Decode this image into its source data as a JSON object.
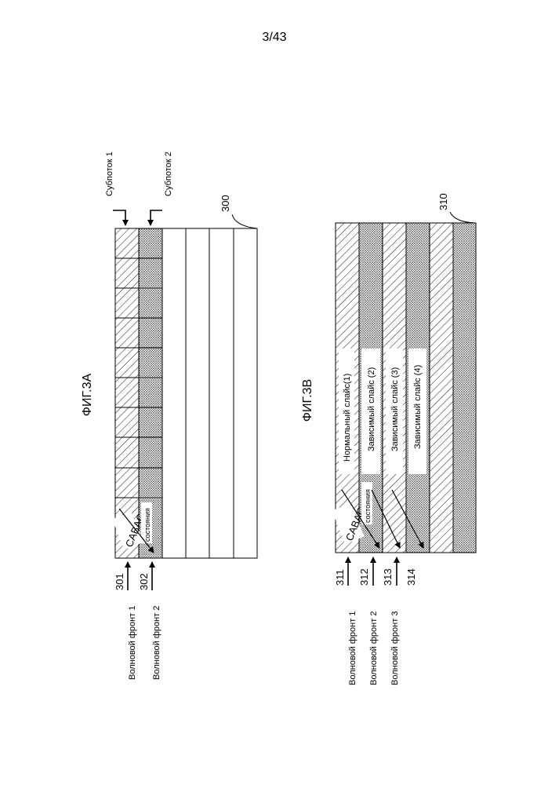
{
  "page_number": "3/43",
  "fig_3a": {
    "title": "ФИГ.3А",
    "substream_1": "Субпоток 1",
    "substream_2": "Субпоток 2",
    "ref_300": "300",
    "ref_301": "301",
    "ref_302": "302",
    "wavefront_1": "Волновой фронт  1",
    "wavefront_2": "Волновой фронт  2",
    "cabac": "CABAC",
    "state": "состояния"
  },
  "fig_3b": {
    "title": "ФИГ.3В",
    "ref_310": "310",
    "ref_311": "311",
    "ref_312": "312",
    "ref_313": "313",
    "ref_314": "314",
    "wavefront_1": "Волновой фронт  1",
    "wavefront_2": "Волновой фронт  2",
    "wavefront_3": "Волновой фронт 3",
    "slice_normal": "Нормальный слайс(1)",
    "slice_dep_2": "Зависимый слайс (2)",
    "slice_dep_3": "Зависимый слайс (3)",
    "slice_dep_4": "Зависимый слайс (4)",
    "cabac": "CABAC",
    "state": "состояния"
  },
  "colors": {
    "ink": "#000000",
    "paper": "#ffffff",
    "dots": "#3a3a3a"
  },
  "fills": {
    "hatch": "diagonal-hatch",
    "dots": "dot-pattern"
  }
}
